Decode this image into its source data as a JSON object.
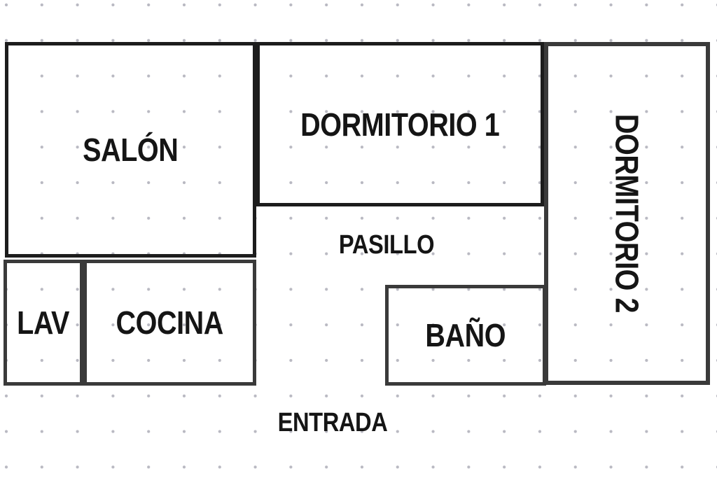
{
  "rooms": {
    "salon": {
      "label": "SALÓN"
    },
    "dormitorio1": {
      "label": "DORMITORIO 1"
    },
    "dormitorio2": {
      "label": "DORMITORIO 2"
    },
    "lav": {
      "label": "LAV"
    },
    "cocina": {
      "label": "COCINA"
    },
    "bano": {
      "label": "BAÑO"
    },
    "pasillo": {
      "label": "PASILLO"
    },
    "entrada": {
      "label": "ENTRADA"
    }
  },
  "colors": {
    "wall_dark": "#1c1c1c",
    "wall_gray": "#3a3a3a",
    "text": "#151515",
    "grid_dot": "#b9b9c2",
    "background": "#ffffff"
  }
}
